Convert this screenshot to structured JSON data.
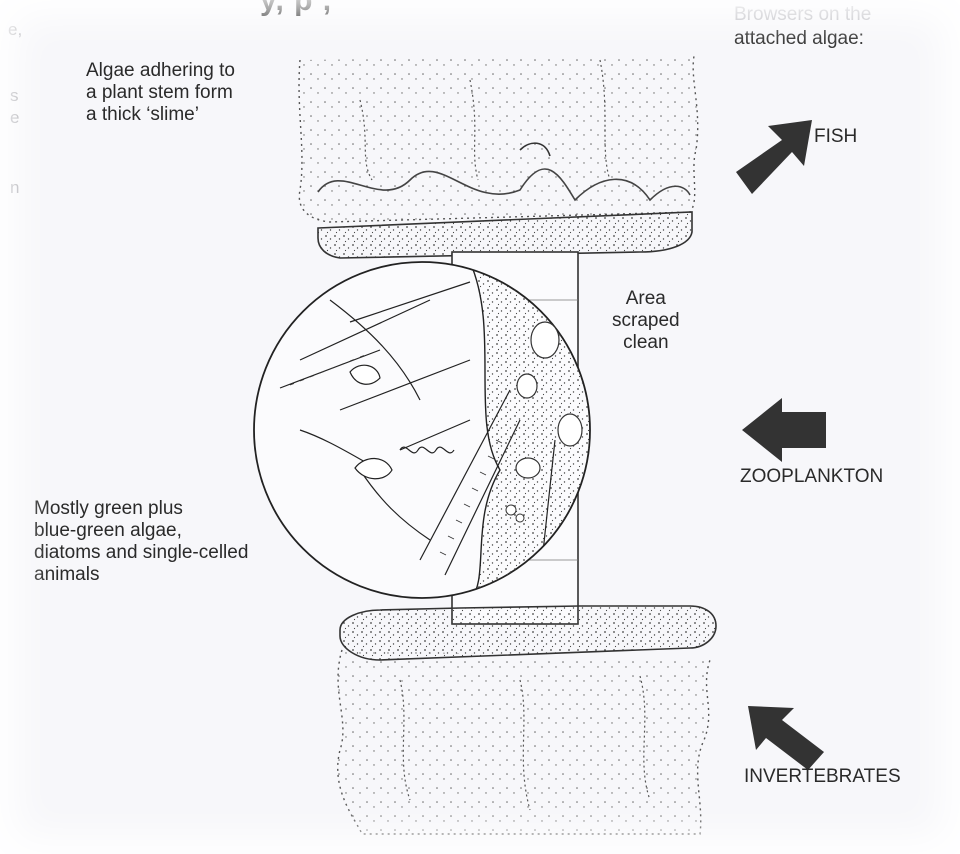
{
  "header_fragment": "y, p        ,",
  "margin_fragments": [
    "e,",
    "s",
    "e",
    "n"
  ],
  "labels": {
    "browsers_line1": "Browsers on the",
    "browsers_line2": "attached algae:",
    "slime": "Algae adhering to\na plant stem form\na thick ‘slime’",
    "fish": "FISH",
    "area": "Area\nscraped\nclean",
    "zooplankton": "ZOOPLANKTON",
    "mostly": "Mostly green plus\nblue-green algae,\ndiatoms and single-celled\nanimals",
    "invertebrates": "INVERTEBRATES"
  },
  "colors": {
    "ink": "#2a2a2a",
    "arrow": "#333333",
    "paper": "#f7f7fa"
  }
}
